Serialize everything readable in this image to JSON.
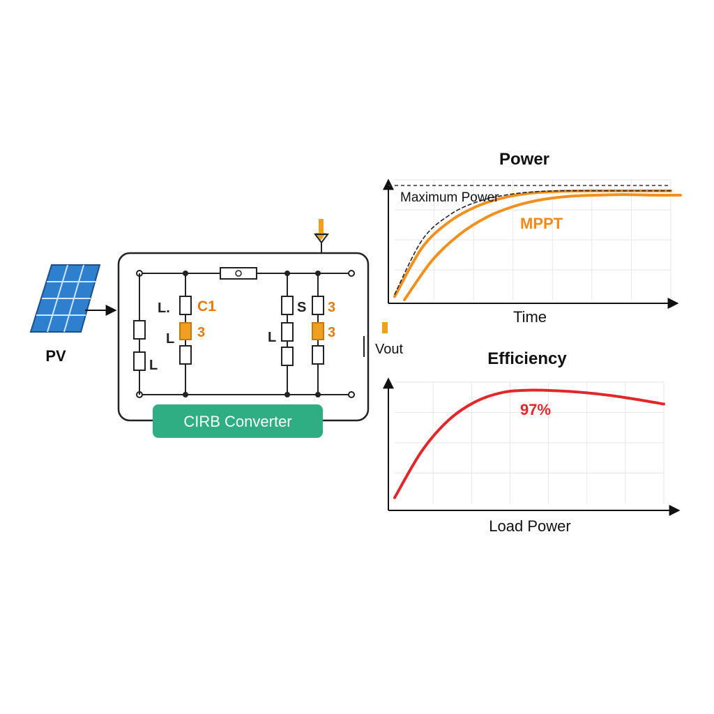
{
  "pv": {
    "label": "PV"
  },
  "converter": {
    "badge_label": "CIRB Converter",
    "vout_label": "Vout",
    "labels": {
      "c1": "C1",
      "l_left": "L.",
      "l_mid": "L",
      "l_bottom": "L",
      "num_left": "3",
      "s_label": "S",
      "num_top_right": "3",
      "l_right": "L",
      "num_right": "3"
    }
  },
  "charts": [
    {
      "type": "line",
      "title": "Power",
      "xlabel": "Time",
      "ylabel": "",
      "x": [
        0,
        10,
        20,
        30,
        40,
        50,
        60,
        70,
        80,
        90,
        100
      ],
      "series": [
        {
          "name": "Maximum Power",
          "values": [
            3,
            48,
            72,
            86,
            94,
            98,
            99.5,
            100,
            100,
            100,
            100
          ],
          "color": "#f0901e"
        },
        {
          "name": "MPPT",
          "values": [
            0,
            36,
            60,
            76,
            86,
            92,
            95,
            96,
            96.5,
            96,
            96
          ],
          "color": "#f0901e"
        },
        {
          "name": "",
          "values": [
            5,
            55,
            78,
            90,
            96,
            99,
            100,
            100,
            100,
            100,
            100
          ],
          "color": "#222222",
          "dashed": true
        }
      ],
      "ylim": [
        0,
        110
      ],
      "grid": true
    },
    {
      "type": "line",
      "title": "Efficiency",
      "xlabel": "Load Power",
      "ylabel": "",
      "annotation": "97%",
      "x": [
        0,
        10,
        20,
        30,
        40,
        50,
        60,
        70,
        80,
        90,
        100
      ],
      "series": [
        {
          "name": "",
          "values": [
            5,
            45,
            72,
            88,
            96,
            98,
            97.5,
            96,
            93.5,
            90,
            86
          ],
          "color": "#e0282a"
        }
      ],
      "ylim": [
        0,
        105
      ],
      "grid": true
    }
  ]
}
